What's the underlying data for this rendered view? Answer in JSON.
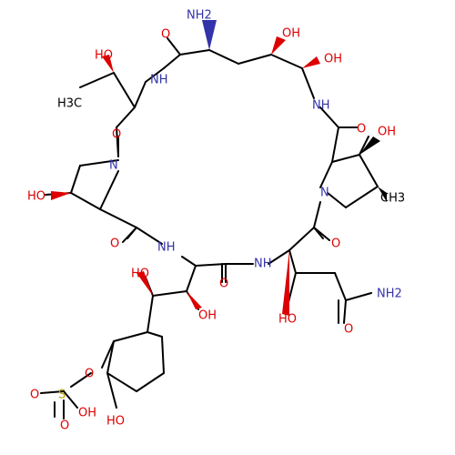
{
  "colors": {
    "carbon": "#000000",
    "nitrogen": "#3333aa",
    "oxygen": "#dd0000",
    "sulfur": "#b8a000",
    "background": "#ffffff"
  },
  "labels": {
    "nh2_top": "NH2",
    "oh_1": "OH",
    "oh_2": "OH",
    "oh_3": "HO",
    "oh_4": "OH",
    "oh_5": "HO",
    "oh_6": "HO",
    "oh_7": "OH",
    "oh_8": "HO",
    "oh_9": "HO",
    "oh_10": "OH",
    "h3c": "H3C",
    "ch3": "CH3",
    "nh_1": "NH",
    "nh_2": "NH",
    "nh_3": "NH",
    "nh_4": "NH",
    "n_1": "N",
    "n_2": "N",
    "o_1": "O",
    "o_2": "O",
    "o_3": "O",
    "o_4": "O",
    "o_5": "O",
    "o_6": "O",
    "o_7": "O",
    "o_8": "O",
    "o_9": "O",
    "o_10": "O",
    "s": "S",
    "nh2_amide": "NH2"
  }
}
